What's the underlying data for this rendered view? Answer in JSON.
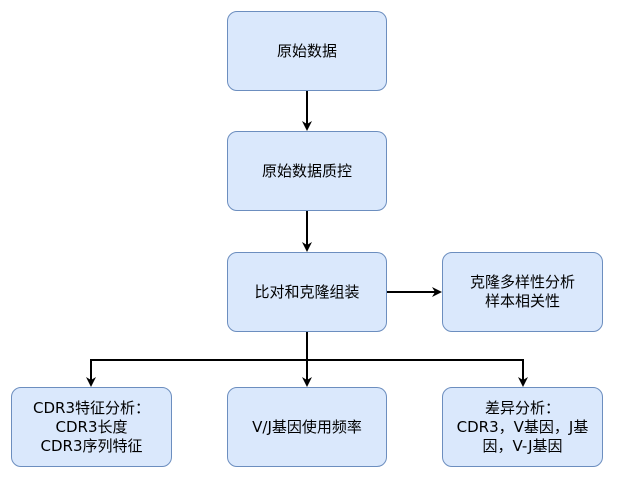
{
  "colors": {
    "node_fill": "#dae8fc",
    "node_border": "#6c8ebf",
    "connector": "#000000",
    "text": "#000000"
  },
  "nodes": {
    "raw_data": {
      "lines": [
        "原始数据"
      ]
    },
    "qc": {
      "lines": [
        "原始数据质控"
      ]
    },
    "align": {
      "lines": [
        "比对和克隆组装"
      ]
    },
    "diversity": {
      "lines": [
        "克隆多样性分析",
        "样本相关性"
      ]
    },
    "cdr3": {
      "lines": [
        "CDR3特征分析：",
        "CDR3长度",
        "CDR3序列特征"
      ]
    },
    "vj_usage": {
      "lines": [
        "V/J基因使用频率"
      ]
    },
    "diff": {
      "lines": [
        "差异分析：",
        "CDR3，V基因，J基",
        "因，V-J基因"
      ]
    }
  }
}
